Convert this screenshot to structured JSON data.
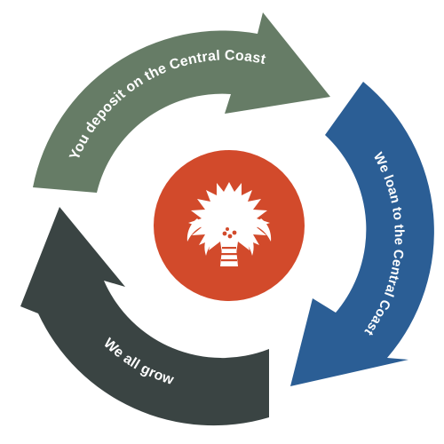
{
  "diagram": {
    "arrows": [
      {
        "label": "You deposit on the Central Coast",
        "color": "#667c66"
      },
      {
        "label": "We loan to the Central Coast",
        "color": "#2b5e95"
      },
      {
        "label": "We all grow",
        "color": "#3a4443"
      }
    ],
    "center": {
      "circle_color": "#d24a2b",
      "icon": "palm-tree-icon",
      "icon_color": "#ffffff"
    }
  }
}
